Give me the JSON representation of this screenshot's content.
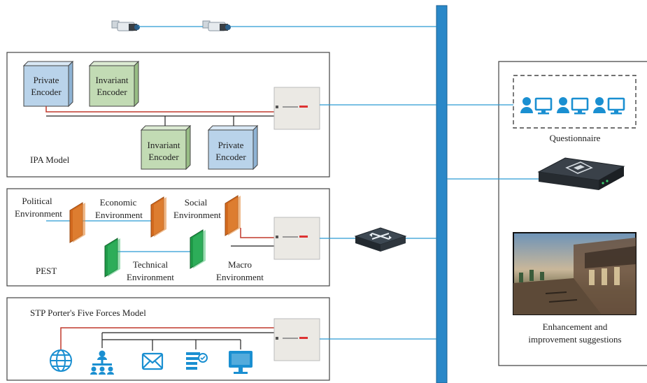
{
  "ipa": {
    "title": "IPA Model",
    "private_encoder_top": [
      "Private",
      "Encoder"
    ],
    "invariant_encoder_top": [
      "Invariant",
      "Encoder"
    ],
    "invariant_encoder_bottom": [
      "Invariant",
      "Encoder"
    ],
    "private_encoder_bottom": [
      "Private",
      "Encoder"
    ]
  },
  "pest": {
    "title": "PEST",
    "political": [
      "Political",
      "Environment"
    ],
    "economic": [
      "Economic",
      "Environment"
    ],
    "social": [
      "Social",
      "Environment"
    ],
    "technical": [
      "Technical",
      "Environment"
    ],
    "macro": [
      "Macro",
      "Environment"
    ]
  },
  "stp": {
    "title": "STP Porter's Five Forces Model",
    "icons": [
      "network-globe-icon",
      "hierarchy-icon",
      "mail-icon",
      "document-list-icon",
      "monitor-icon"
    ]
  },
  "right_panel": {
    "questionnaire_label": "Questionnaire",
    "suggestions_label": [
      "Enhancement and",
      "improvement suggestions"
    ]
  },
  "colors": {
    "bus": "#2a88c8",
    "link": "#2a9bd4",
    "red_line": "#c0392b",
    "private_box": "#b9d3ea",
    "invariant_box": "#c2dbb4",
    "pest_orange": "#d2691e",
    "pest_green": "#1f9a48",
    "icon_blue": "#1a8fd1"
  }
}
